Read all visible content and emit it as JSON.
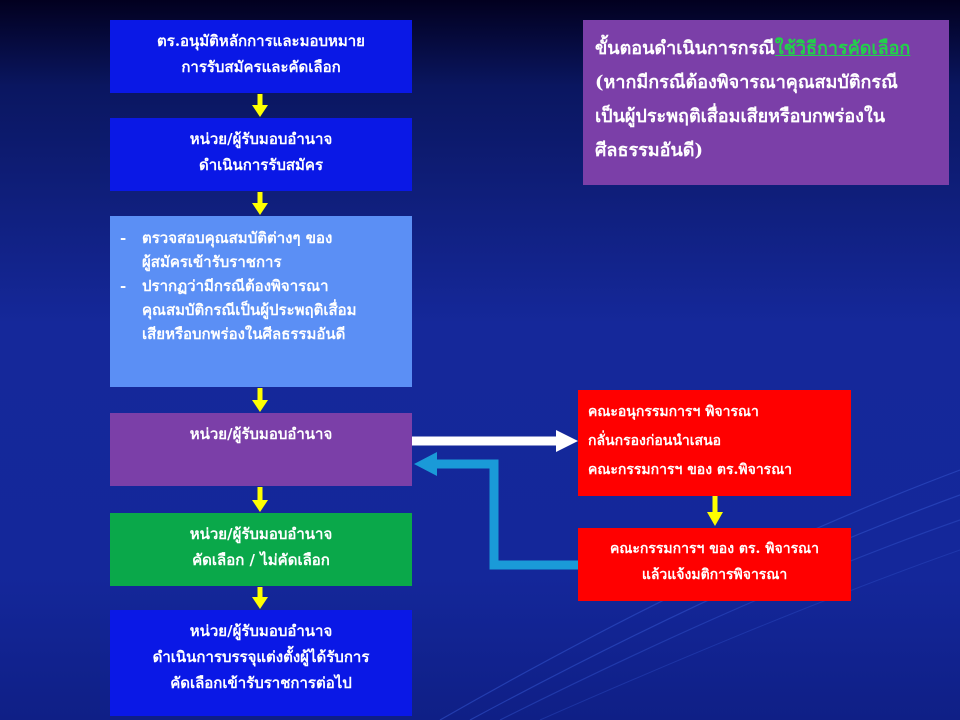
{
  "flow": {
    "approve": {
      "line1": "ตร.อนุมัติหลักการและมอบหมาย",
      "line2": "การรับสมัครและคัดเลือก"
    },
    "apply": {
      "line1": "หน่วย/ผู้รับมอบอำนาจ",
      "line2": "ดำเนินการรับสมัคร"
    },
    "check": {
      "bullet1_line1": "ตรวจสอบคุณสมบัติต่างๆ ของ",
      "bullet1_line2": "ผู้สมัครเข้ารับราชการ",
      "bullet2_line1": "ปรากฏว่ามีกรณีต้องพิจารณา",
      "bullet2_line2": "คุณสมบัติกรณีเป็นผู้ประพฤติเสื่อม",
      "bullet2_line3": "เสียหรือบกพร่องในศีลธรรมอันดี",
      "dash": "-"
    },
    "authority": {
      "line1": "หน่วย/ผู้รับมอบอำนาจ"
    },
    "select": {
      "line1": "หน่วย/ผู้รับมอบอำนาจ",
      "line2": "คัดเลือก / ไม่คัดเลือก"
    },
    "appoint": {
      "line1": "หน่วย/ผู้รับมอบอำนาจ",
      "line2": "ดำเนินการบรรจุแต่งตั้งผู้ได้รับการ",
      "line3": "คัดเลือกเข้ารับราชการต่อไป"
    },
    "subcommittee": {
      "line1": "คณะอนุกรรมการฯ พิจารณา",
      "line2": "กลั่นกรองก่อนนำเสนอ",
      "line3": "คณะกรรมการฯ ของ ตร.พิจารณา"
    },
    "committee": {
      "line1": "คณะกรรมการฯ ของ ตร. พิจารณา",
      "line2": "แล้วแจ้งมติการพิจารณา"
    }
  },
  "note": {
    "prefix": "ขั้นตอนดำเนินการกรณี",
    "link": "ใช้วิธีการคัดเลือก",
    "line2": "(หากมีกรณีต้องพิจารณาคุณสมบัติกรณี",
    "line3": "เป็นผู้ประพฤติเสื่อมเสียหรือบกพร่องใน",
    "line4": "ศีลธรรมอันดี)"
  },
  "colors": {
    "blue_box": "#0a18e6",
    "light_blue_box": "#5b8ff5",
    "purple_box": "#7b3fa8",
    "green_box": "#0aa84a",
    "red_box": "#ff0000",
    "connector_yellow": "#ffff00",
    "arrow_white": "#ffffff",
    "arrow_return": "#1a9ad8",
    "link_green": "#22d14a"
  }
}
